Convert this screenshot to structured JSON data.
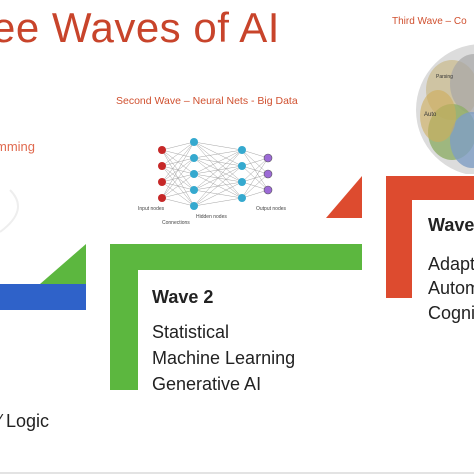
{
  "title": "ee Waves of AI",
  "wave1": {
    "subtitle_fragment": "mming",
    "body_fragment": "Logic",
    "color": "#2f62c9"
  },
  "wave2": {
    "header": "Second Wave – Neural Nets - Big Data",
    "title": "Wave 2",
    "lines": [
      "Statistical",
      "Machine Learning",
      "Generative AI"
    ],
    "color": "#5cb73f",
    "network_labels": {
      "input": "Input nodes",
      "connections": "Connections",
      "hidden": "Hidden nodes",
      "output": "Output nodes"
    }
  },
  "wave3": {
    "header": "Third Wave – Co",
    "title": "Wave",
    "lines": [
      "Adapt",
      "Autom",
      "Cogni"
    ],
    "color": "#dd4b2f",
    "venn_labels": [
      "Parsing",
      "Auto"
    ]
  }
}
